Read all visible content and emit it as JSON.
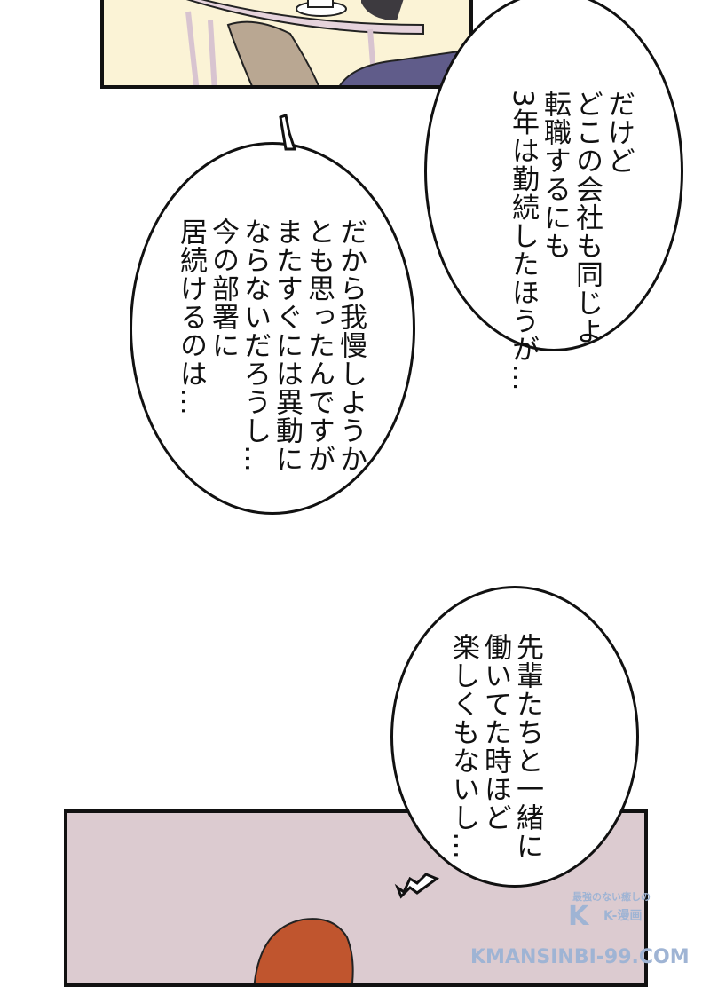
{
  "bubbles": [
    {
      "lines": [
        "だけど",
        "どこの会社も同じよ",
        "転職するにも",
        "3年は勤続したほうが…"
      ]
    },
    {
      "lines": [
        "だから我慢しようか",
        "とも思ったんですが",
        "またすぐには異動に",
        "ならないだろうし…",
        "今の部署に",
        "居続けるのは…"
      ]
    },
    {
      "lines": [
        "先輩たちと一緒に",
        "働いてた時ほど",
        "楽しくもないし…"
      ]
    }
  ],
  "watermark": {
    "tagline": "最強のない癒しの",
    "logo": "K",
    "brand": "K-漫画",
    "site": "KMANSINBI-99.COM"
  },
  "colors": {
    "top_panel": "#fbf3d6",
    "bottom_panel": "#dccbd0",
    "hair": "#c0552e"
  }
}
